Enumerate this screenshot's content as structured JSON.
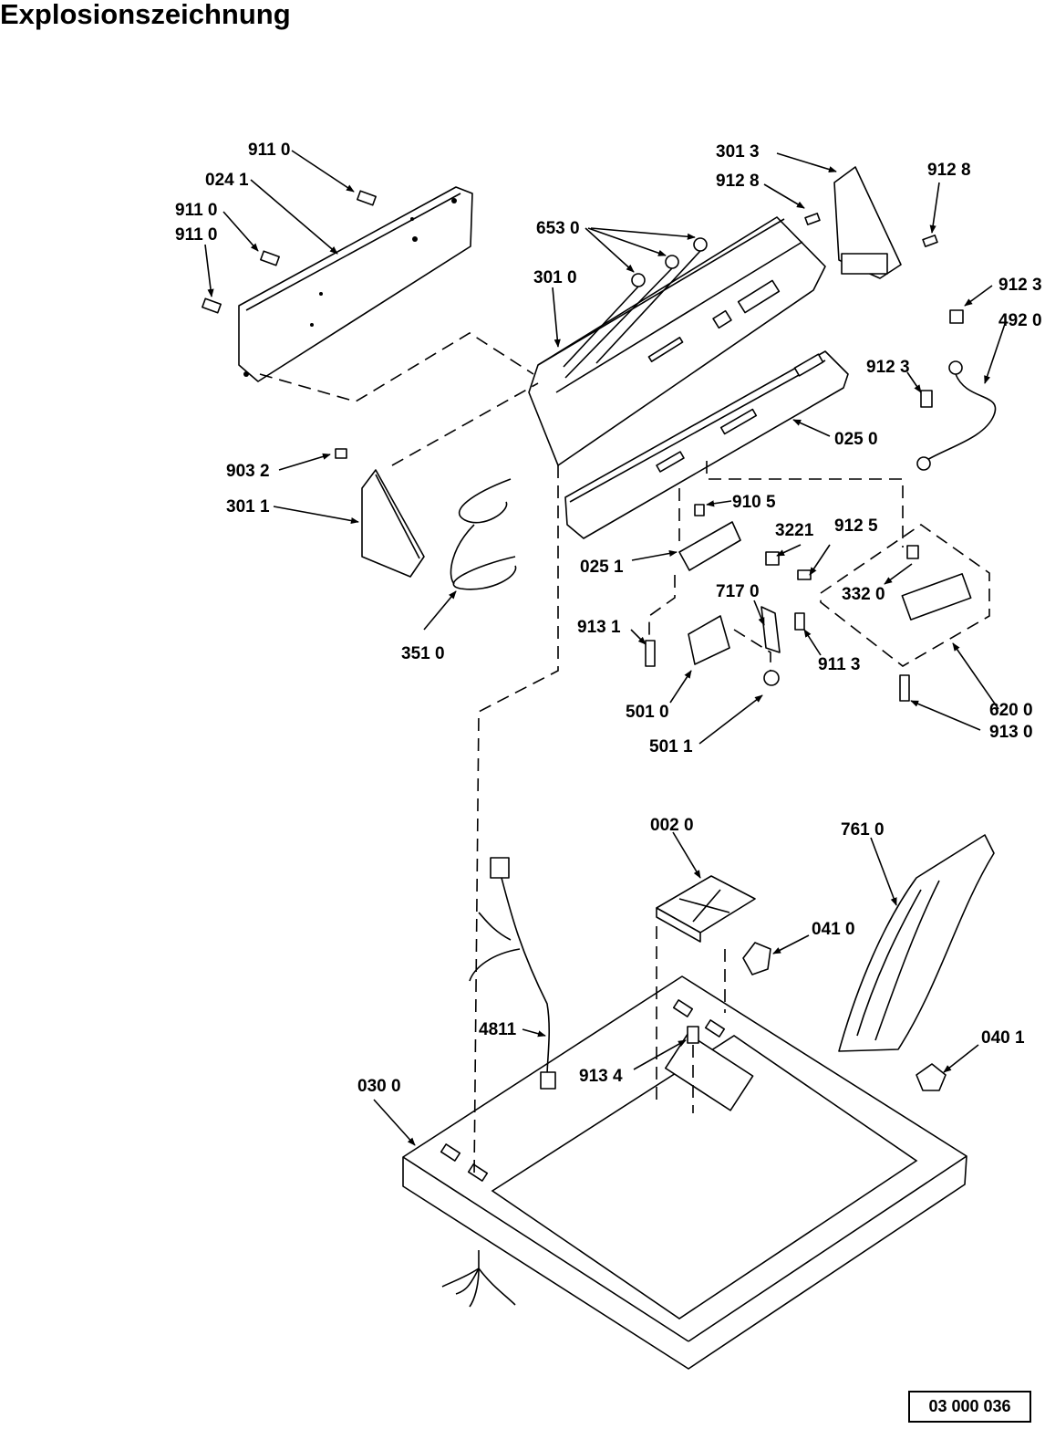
{
  "title": "Explosionszeichnung",
  "doc_number": "03 000 036",
  "labels": {
    "l9110a": "911 0",
    "l0241": "024 1",
    "l9110b": "911 0",
    "l9110c": "911 0",
    "l3013": "301 3",
    "l9128a": "912 8",
    "l9128b": "912 8",
    "l6530": "653 0",
    "l3010": "301 0",
    "l9123a": "912 3",
    "l4920": "492 0",
    "l9123b": "912 3",
    "l0250": "025 0",
    "l9032": "903 2",
    "l3011": "301 1",
    "l9105": "910 5",
    "l3221": "3221",
    "l9125": "912 5",
    "l0251": "025 1",
    "l3320": "332 0",
    "l7170": "717 0",
    "l9131": "913 1",
    "l9113": "911 3",
    "l3510": "351 0",
    "l5010": "501 0",
    "l6200": "620 0",
    "l9130": "913 0",
    "l5011": "501 1",
    "l0020": "002 0",
    "l7610": "761 0",
    "l0410": "041 0",
    "l4811": "4811",
    "l0401": "040 1",
    "l9134": "913 4",
    "l0300": "030 0"
  }
}
